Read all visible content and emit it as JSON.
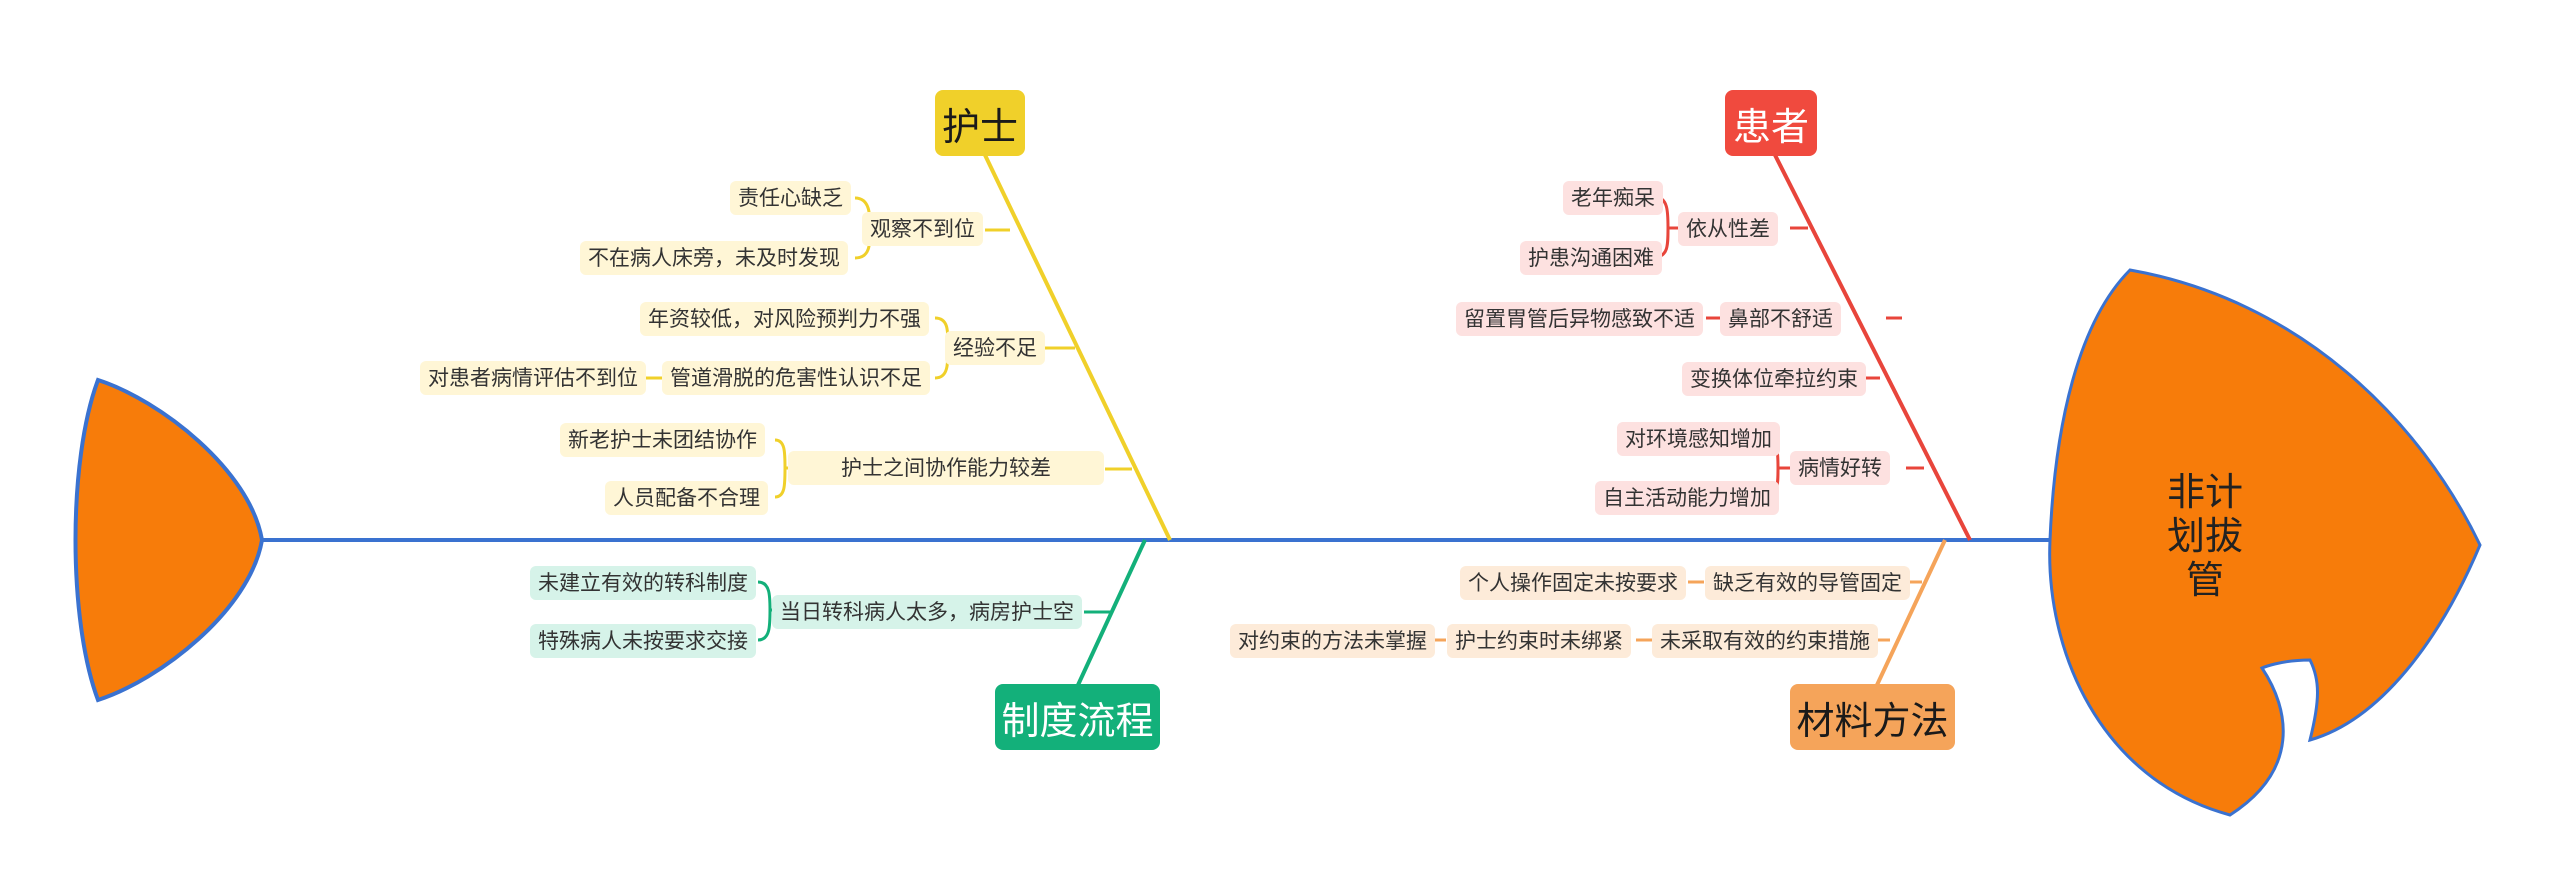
{
  "head": {
    "title": "非计划拔管"
  },
  "categories": {
    "nurse": {
      "label": "护士",
      "color": "#f0d02a"
    },
    "patient": {
      "label": "患者",
      "color": "#f04a3e"
    },
    "process": {
      "label": "制度流程",
      "color": "#13b07a"
    },
    "material": {
      "label": "材料方法",
      "color": "#f5a45a"
    }
  },
  "nodes": {
    "n_resp": "责任心缺乏",
    "n_absent": "不在病人床旁，未及时发现",
    "n_observe": "观察不到位",
    "n_junior": "年资较低，对风险预判力不强",
    "n_exp": "经验不足",
    "n_eval": "对患者病情评估不到位",
    "n_slip": "管道滑脱的危害性认识不足",
    "n_team": "新老护士未团结协作",
    "n_staff": "人员配备不合理",
    "n_coop": "护士之间协作能力较差",
    "p_dementia": "老年痴呆",
    "p_comm": "护患沟通困难",
    "p_comply": "依从性差",
    "p_foreign": "留置胃管后异物感致不适",
    "p_nose": "鼻部不舒适",
    "p_pos": "变换体位牵拉约束",
    "p_env": "对环境感知增加",
    "p_self": "自主活动能力增加",
    "p_better": "病情好转",
    "s_noreg": "未建立有效的转科制度",
    "s_special": "特殊病人未按要求交接",
    "s_many": "当日转科病人太多，病房护士空",
    "m_personal": "个人操作固定未按要求",
    "m_lack": "缺乏有效的导管固定",
    "m_method": "对约束的方法未掌握",
    "m_loose": "护士约束时未绑紧",
    "m_noeff": "未采取有效的约束措施"
  },
  "colors": {
    "spine": "#3a72d0",
    "fish": "#f77c0a",
    "outline": "#3a72d0"
  }
}
